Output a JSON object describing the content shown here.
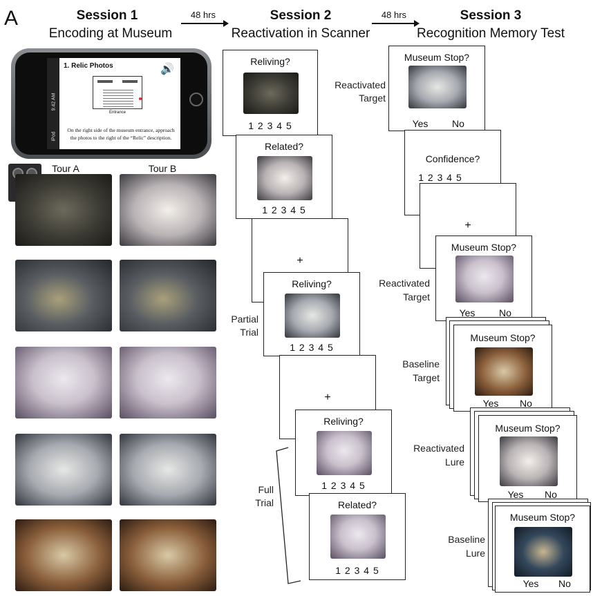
{
  "panel_letter": "A",
  "sessions": [
    {
      "title": "Session 1",
      "subtitle": "Encoding at Museum"
    },
    {
      "title": "Session 2",
      "subtitle": "Reactivation in Scanner"
    },
    {
      "title": "Session 3",
      "subtitle": "Recognition Memory Test"
    }
  ],
  "delays": [
    "48 hrs",
    "48 hrs"
  ],
  "phone": {
    "heading": "1. Relic Photos",
    "map_caption": "Entrance",
    "instruction_line1": "On the right side of the museum entrance, approach",
    "instruction_line2": "the photos to the right of the “Relic” description.",
    "status_time": "9:42 AM",
    "status_carrier": "iPod"
  },
  "tours": [
    "Tour A",
    "Tour B"
  ],
  "session2": {
    "labels": {
      "partial": [
        "Partial",
        "Trial"
      ],
      "full": [
        "Full",
        "Trial"
      ]
    },
    "questions": [
      "Reliving?",
      "Related?",
      "Reliving?",
      "Reliving?",
      "Related?"
    ],
    "scale": "1 2 3 4 5",
    "fixation": "+"
  },
  "session3": {
    "question": "Museum Stop?",
    "confidence": "Confidence?",
    "scale": "1 2 3 4 5",
    "yes": "Yes",
    "no": "No",
    "fixation": "+",
    "labels": [
      [
        "Reactivated",
        "Target"
      ],
      [
        "Reactivated",
        "Target"
      ],
      [
        "Baseline",
        "Target"
      ],
      [
        "Reactivated",
        "Lure"
      ],
      [
        "Baseline",
        "Lure"
      ]
    ]
  }
}
